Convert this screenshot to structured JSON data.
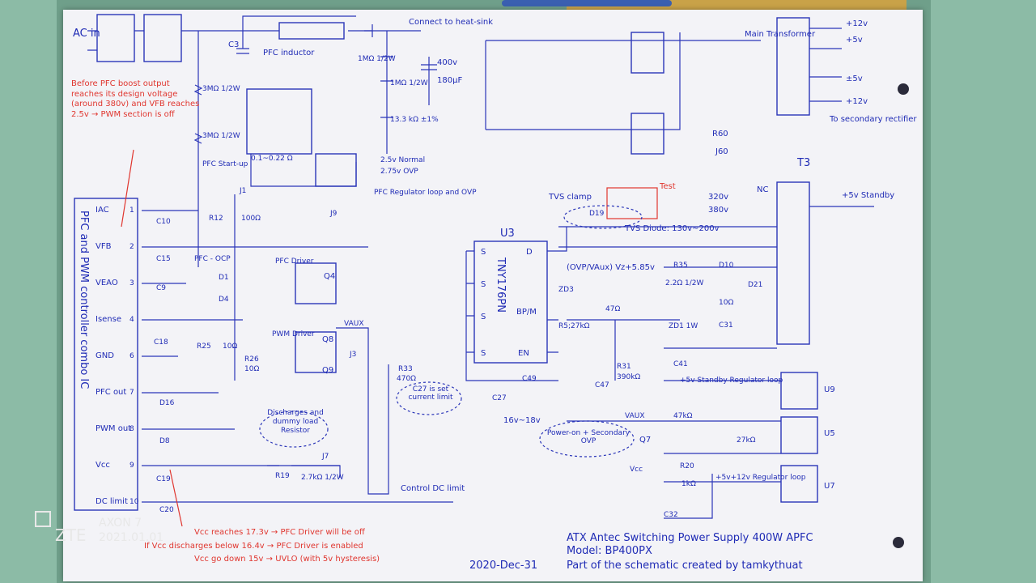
{
  "top_labels": {
    "ac_in": "AC in",
    "connect_heatsink": "Connect to heat-sink",
    "c3": "C3",
    "pfc_inductor": "PFC inductor",
    "main_transformer": "Main Transformer",
    "to_secondary": "To secondary rectifier",
    "c400v": "400v",
    "c180uf": "180µF",
    "r1m_a": "1MΩ 1/2W",
    "r1m_b": "1MΩ 1/2W",
    "r13k": "13.3 kΩ ±1%",
    "normal": "2.5v Normal",
    "ovp": "2.75v OVP",
    "r3m_a": "3MΩ 1/2W",
    "r3m_b": "3MΩ 1/2W",
    "pfc_startup": "PFC Start-up",
    "rsense": "0.1~0.22 Ω",
    "pfc_reg_loop": "PFC Regulator loop and OVP",
    "r60": "R60",
    "j60": "J60",
    "t3": "T3",
    "nc": "NC",
    "v320": "320v",
    "v380": "380v",
    "standby_5v": "+5v Standby",
    "outputs": [
      "+12v",
      "+5v",
      "±5v",
      "+12v"
    ]
  },
  "red_notes": {
    "pfc_boost": "Before PFC boost output reaches its design voltage (around 380v) and VFB reaches 2.5v → PWM section is off",
    "test": "Test",
    "vcc_note1": "Vcc reaches 17.3v → PFC Driver will be off",
    "vcc_note2": "If Vcc discharges below 16.4v → PFC Driver is enabled",
    "vcc_note3": "Vcc go down 15v → UVLO (with 5v hysteresis)"
  },
  "controller": {
    "title": "PFC and PWM controller combo IC",
    "pins": [
      {
        "num": "1",
        "name": "IAC"
      },
      {
        "num": "2",
        "name": "VFB"
      },
      {
        "num": "3",
        "name": "VEAO"
      },
      {
        "num": "4",
        "name": "Isense"
      },
      {
        "num": "6",
        "name": "GND"
      },
      {
        "num": "7",
        "name": "PFC out"
      },
      {
        "num": "8",
        "name": "PWM out"
      },
      {
        "num": "9",
        "name": "Vcc"
      },
      {
        "num": "10",
        "name": "DC limit"
      }
    ]
  },
  "parts": {
    "c10": "C10",
    "c15": "C15",
    "c9": "C9",
    "c18": "C18",
    "c20": "C20",
    "c19": "C19",
    "d16": "D16",
    "d8": "D8",
    "d1": "D1",
    "d4": "D4",
    "r12": "R12",
    "r100": "100Ω",
    "r25": "R25",
    "r10": "10Ω",
    "r26": "R26",
    "r26v": "10Ω",
    "pfc_ocp": "PFC - OCP",
    "pfc_driver": "PFC Driver",
    "pwm_driver": "PWM Driver",
    "q4": "Q4",
    "q8": "Q8",
    "q9": "Q9",
    "vaux": "VAUX",
    "j1": "J1",
    "j3": "J3",
    "j9": "J9",
    "r33": "R33",
    "r33v": "470Ω",
    "r19": "R19",
    "r19v": "2.7kΩ 1/2W",
    "j7": "J7",
    "discharge": "Discharges and dummy load Resistor",
    "control_dc": "Control DC limit",
    "c27_note": "C27 is set current limit",
    "c27": "C27",
    "c49": "C49",
    "c47": "C47",
    "r31": "R31",
    "r31v": "390kΩ",
    "volt_range": "16v~18v",
    "u3": "U3",
    "u3_chip": "TNY176PN",
    "u3_pins": [
      "S",
      "S",
      "S",
      "S",
      "D",
      "BP/M",
      "EN"
    ],
    "tvs_clamp": "TVS clamp",
    "d19": "D19",
    "tvs_diode": "TVS Diode: 130v~200v",
    "ovp_formula": "(OVP/VAux) Vz+5.85v",
    "zd3": "ZD3",
    "r5": "R5;27kΩ",
    "r47": "47Ω",
    "r35": "R35",
    "r35v": "2.2Ω 1/2W",
    "d10": "D10",
    "d21": "D21",
    "r10b": "10Ω",
    "zd1": "ZD1 1W",
    "c31": "C31",
    "c41": "C41",
    "standby_loop": "+5v Standby Regulator loop",
    "u9": "U9",
    "u5": "U5",
    "u7": "U7",
    "vaux2": "VAUX",
    "r47k": "47kΩ",
    "r27k": "27kΩ",
    "power_on": "Power-on + Secondary OVP",
    "q7": "Q7",
    "vcc": "Vcc",
    "r20": "R20",
    "r20v": "1kΩ",
    "reg_loop": "+5v+12v Regulator loop",
    "c32": "C32"
  },
  "footer": {
    "line1": "ATX Antec Switching Power Supply 400W APFC",
    "line2": "Model: BP400PX",
    "line3": "Part of the schematic created by tamkythuat",
    "date": "2020-Dec-31"
  },
  "watermark": {
    "brand": "ZTE",
    "model": "AXON 7",
    "date": "2021.01.01"
  }
}
